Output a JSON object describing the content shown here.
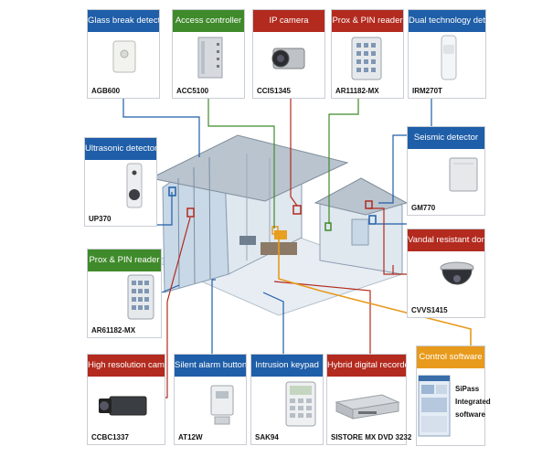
{
  "cards": {
    "glass": {
      "title": "Glass break detector",
      "model": "AGB600"
    },
    "access": {
      "title": "Access controller",
      "model": "ACC5100"
    },
    "ipcam": {
      "title": "IP camera",
      "model": "CCIS1345"
    },
    "prox_top": {
      "title": "Prox & PIN reader",
      "model": "AR11182-MX"
    },
    "dual": {
      "title": "Dual technology detector",
      "model": "IRM270T"
    },
    "ultra": {
      "title": "Ultrasonic detector",
      "model": "UP370"
    },
    "seismic": {
      "title": "Seismic detector",
      "model": "GM770"
    },
    "vandal": {
      "title": "Vandal resistant dome",
      "model": "CVVS1415"
    },
    "prox_left": {
      "title": "Prox & PIN reader",
      "model": "AR61182-MX"
    },
    "hires": {
      "title": "High resolution camera",
      "model": "CCBC1337"
    },
    "silent": {
      "title": "Silent alarm button",
      "model": "AT12W"
    },
    "keypad": {
      "title": "Intrusion keypad",
      "model": "SAK94"
    },
    "hybrid": {
      "title": "Hybrid digital recorder",
      "model": "SISTORE MX DVD 3232"
    },
    "software": {
      "title": "Control software",
      "line1": "SiPass",
      "line2": "Integrated",
      "line3": "software"
    }
  },
  "colors": {
    "blue": "#1f5ea8",
    "green": "#3f8a2a",
    "red": "#b32a1e",
    "orange": "#e89a1c"
  }
}
